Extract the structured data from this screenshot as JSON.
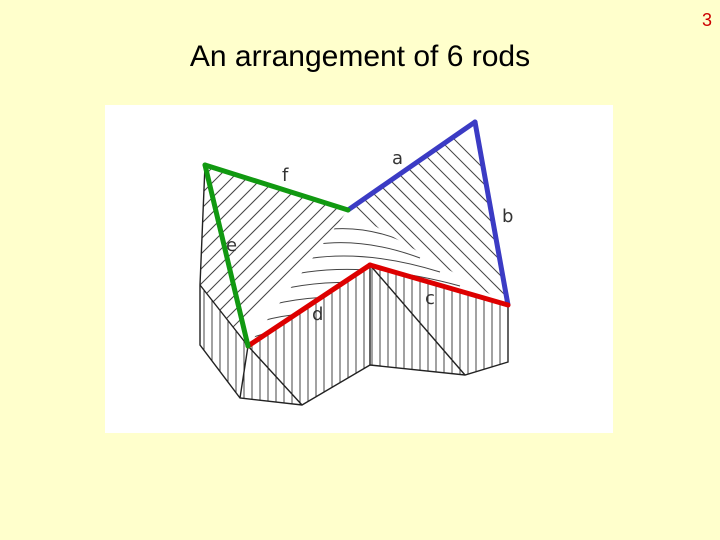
{
  "slide": {
    "page_number": "3",
    "title": "An arrangement of 6 rods"
  },
  "figure": {
    "rod_labels": {
      "a": "a",
      "b": "b",
      "c": "c",
      "d": "d",
      "e": "e",
      "f": "f"
    },
    "colors": {
      "rods_ab": "#3b3bc4",
      "rods_cd": "#dd0000",
      "rods_ef": "#119911",
      "background": "#ffffcc",
      "figure_background": "#ffffff"
    }
  }
}
